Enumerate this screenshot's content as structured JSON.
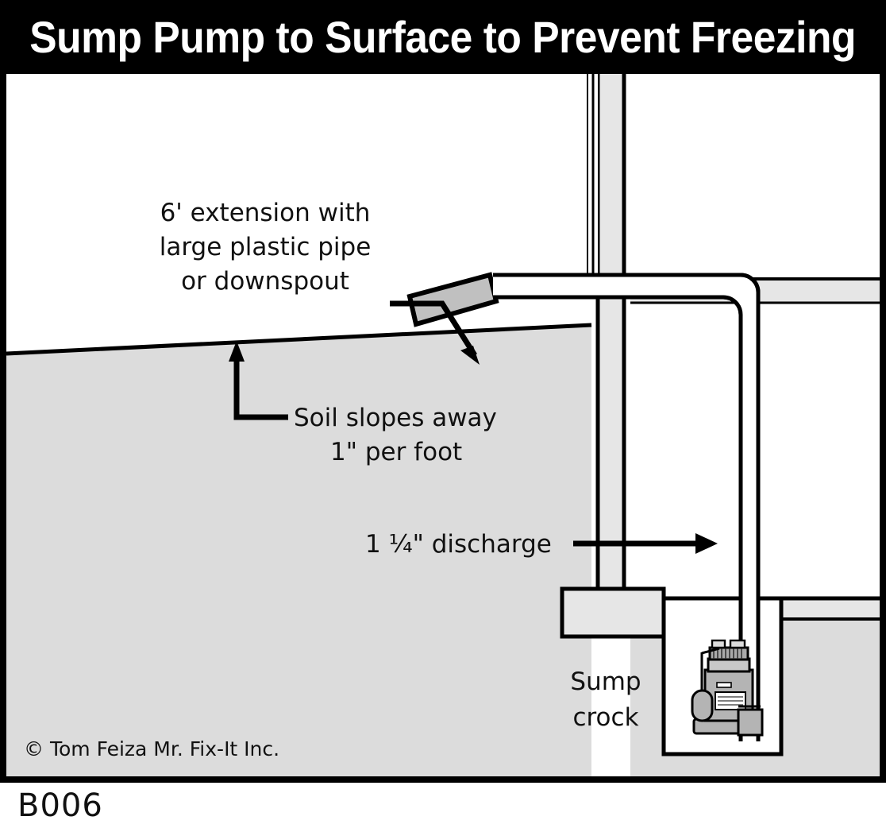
{
  "title": "Sump Pump to Surface to Prevent Freezing",
  "figure_code": "B006",
  "copyright": "© Tom Feiza Mr. Fix-It Inc.",
  "annotations": {
    "extension": {
      "line1": "6' extension with",
      "line2": "large plastic pipe",
      "line3": "or downspout"
    },
    "soil": {
      "line1": "Soil slopes away",
      "line2": "1\" per foot"
    },
    "discharge": "1 ¼\" discharge",
    "crock": {
      "line1": "Sump",
      "line2": "crock"
    }
  },
  "colors": {
    "title_bar": "#000000",
    "title_text": "#ffffff",
    "soil_fill": "#dcdcdc",
    "wall_fill": "#e6e6e6",
    "pipe_fill": "#ffffff",
    "extension_fill": "#c0c0c0",
    "pump_body": "#b4b4b4",
    "pump_dark": "#9a9a9a",
    "outline": "#000000",
    "background": "#ffffff"
  },
  "parts": {
    "grade_line": "soil-grade-line",
    "foundation_wall": "foundation-wall",
    "basement_floor": "basement-floor",
    "footing": "footing",
    "sump_crock": "sump-crock",
    "sump_pump": "sump-pump",
    "float_switch": "float-switch",
    "discharge_pipe": "discharge-pipe",
    "extension_pipe": "extension-pipe"
  }
}
